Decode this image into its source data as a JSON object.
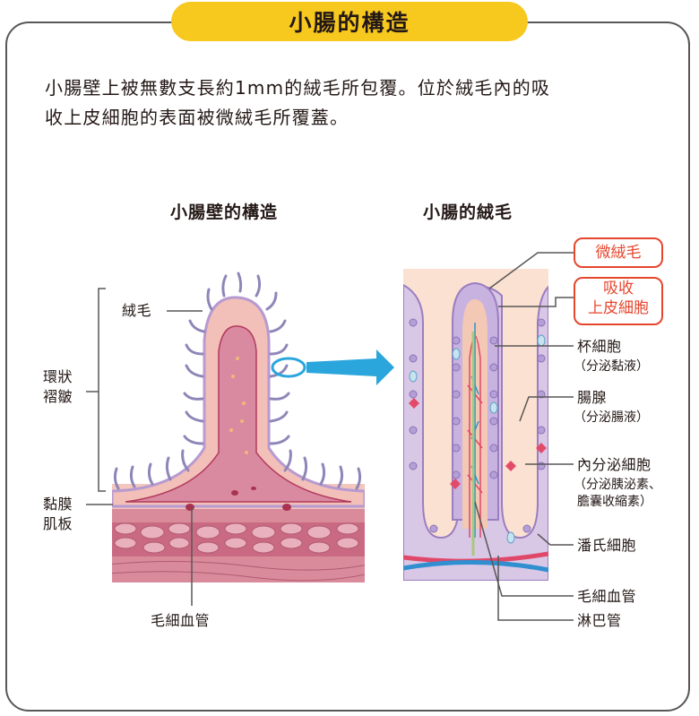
{
  "title": "小腸的構造",
  "intro": {
    "line1": "小腸壁上被無數支長約1mm的絨毛所包覆。位於絨毛內的吸",
    "line2": "收上皮細胞的表面被微絨毛所覆蓋。"
  },
  "left_panel": {
    "heading": "小腸壁的構造",
    "labels": {
      "villus": "絨毛",
      "circular_fold_1": "環狀",
      "circular_fold_2": "褶皺",
      "muscularis_1": "黏膜",
      "muscularis_2": "肌板",
      "capillary": "毛細血管"
    }
  },
  "right_panel": {
    "heading": "小腸的絨毛",
    "labels": {
      "microvilli": "微絨毛",
      "absorptive_1": "吸收",
      "absorptive_2": "上皮細胞",
      "goblet": "杯細胞",
      "goblet_note": "（分泌黏液）",
      "crypt": "腸腺",
      "crypt_note": "（分泌腸液）",
      "endocrine": "內分泌細胞",
      "endocrine_note_1": "（分泌胰泌素、",
      "endocrine_note_2": "膽囊收縮素）",
      "paneth": "潘氏細胞",
      "capillary": "毛細血管",
      "lymph": "淋巴管"
    }
  },
  "colors": {
    "accent": "#f7c81e",
    "highlight": "#e6462e",
    "arrow": "#2aa6dc",
    "villus_core": "#d98aa0",
    "epithelium": "#b79ad0"
  }
}
